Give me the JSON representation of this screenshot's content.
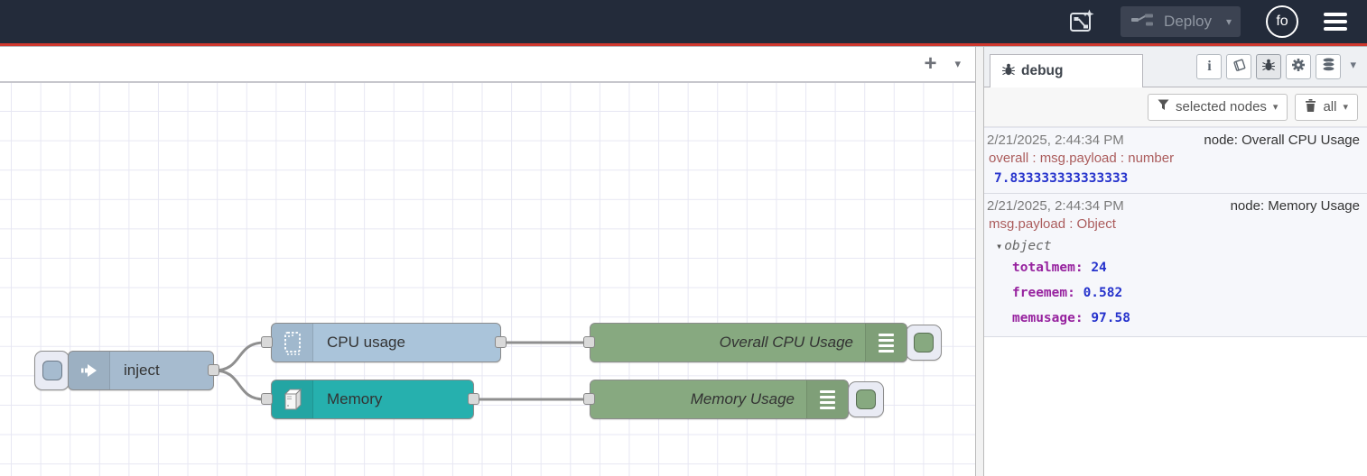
{
  "header": {
    "deploy_label": "Deploy",
    "avatar_text": "fo"
  },
  "icons": {
    "plus": "+",
    "caret_down": "▾"
  },
  "sidebar": {
    "tab_label": "debug",
    "filter_label": "selected nodes",
    "clear_label": "all",
    "messages": [
      {
        "timestamp": "2/21/2025, 2:44:34 PM",
        "source": "node: Overall CPU Usage",
        "property": "overall : msg.payload : number",
        "value": "7.833333333333333"
      },
      {
        "timestamp": "2/21/2025, 2:44:34 PM",
        "source": "node: Memory Usage",
        "property": "msg.payload : Object",
        "object_label": "object",
        "fields": [
          {
            "key": "totalmem:",
            "value": "24"
          },
          {
            "key": "freemem:",
            "value": "0.582"
          },
          {
            "key": "memusage:",
            "value": "97.58"
          }
        ]
      }
    ]
  },
  "flow": {
    "inject_label": "inject",
    "cpu_label": "CPU usage",
    "memory_label": "Memory",
    "debug_cpu_label": "Overall CPU Usage",
    "debug_memory_label": "Memory Usage"
  },
  "colors": {
    "header_bg": "#232b3a",
    "accent_red": "#d0382e",
    "inject_node": "#a6bbcf",
    "cpu_node": "#aac4da",
    "memory_node": "#26b0ae",
    "debug_node": "#87a980",
    "wire": "#8f8f8f"
  }
}
